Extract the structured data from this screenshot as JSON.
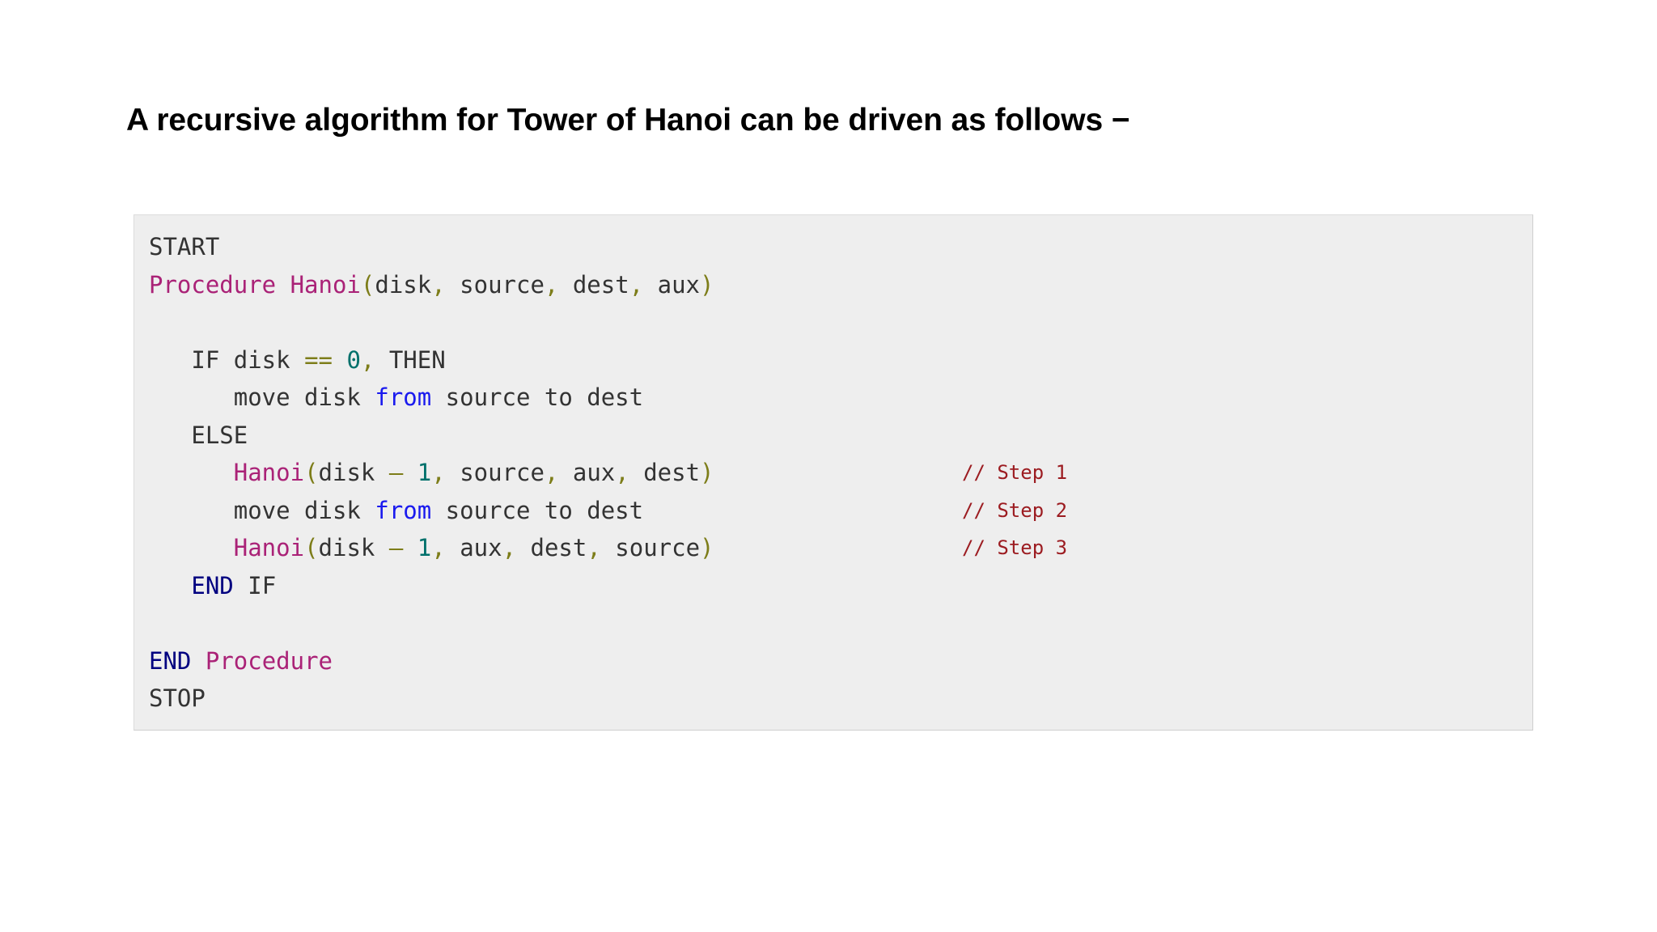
{
  "slide": {
    "title": "A recursive algorithm for Tower of Hanoi can be driven as follows −",
    "background_color": "#ffffff"
  },
  "code_block": {
    "background_color": "#eeeeee",
    "border_color": "#dcdcdc",
    "language": "pseudocode",
    "token_colors": {
      "plain": "#333333",
      "keyword": "#000080",
      "function": "#aa2277",
      "punctuation": "#7d7d19",
      "number": "#00706b",
      "preposition": "#1a1aee",
      "comment": "#9c1c21"
    },
    "lines": [
      {
        "id": "line-start",
        "text": "START",
        "tokens": [
          {
            "t": "START",
            "c": "tok-plain"
          }
        ],
        "comment": ""
      },
      {
        "id": "line-procedure-signature",
        "text": "Procedure Hanoi(disk, source, dest, aux)",
        "tokens": [
          {
            "t": "Procedure Hanoi",
            "c": "tok-fn"
          },
          {
            "t": "(",
            "c": "tok-punct"
          },
          {
            "t": "disk",
            "c": "tok-plain"
          },
          {
            "t": ",",
            "c": "tok-punct"
          },
          {
            "t": " source",
            "c": "tok-plain"
          },
          {
            "t": ",",
            "c": "tok-punct"
          },
          {
            "t": " dest",
            "c": "tok-plain"
          },
          {
            "t": ",",
            "c": "tok-punct"
          },
          {
            "t": " aux",
            "c": "tok-plain"
          },
          {
            "t": ")",
            "c": "tok-punct"
          }
        ],
        "comment": ""
      },
      {
        "id": "line-blank-1",
        "text": "",
        "tokens": [],
        "comment": ""
      },
      {
        "id": "line-if",
        "text": "   IF disk == 0, THEN",
        "tokens": [
          {
            "t": "   IF disk ",
            "c": "tok-plain"
          },
          {
            "t": "==",
            "c": "tok-punct"
          },
          {
            "t": " ",
            "c": "tok-plain"
          },
          {
            "t": "0",
            "c": "tok-num"
          },
          {
            "t": ",",
            "c": "tok-punct"
          },
          {
            "t": " THEN",
            "c": "tok-plain"
          }
        ],
        "comment": ""
      },
      {
        "id": "line-move-base",
        "text": "      move disk from source to dest",
        "tokens": [
          {
            "t": "      move disk ",
            "c": "tok-plain"
          },
          {
            "t": "from",
            "c": "tok-blue"
          },
          {
            "t": " source to dest",
            "c": "tok-plain"
          }
        ],
        "comment": ""
      },
      {
        "id": "line-else",
        "text": "   ELSE",
        "tokens": [
          {
            "t": "   ELSE",
            "c": "tok-plain"
          }
        ],
        "comment": ""
      },
      {
        "id": "line-hanoi-step1",
        "text": "      Hanoi(disk – 1, source, aux, dest)",
        "tokens": [
          {
            "t": "      ",
            "c": "tok-plain"
          },
          {
            "t": "Hanoi",
            "c": "tok-fn"
          },
          {
            "t": "(",
            "c": "tok-punct"
          },
          {
            "t": "disk ",
            "c": "tok-plain"
          },
          {
            "t": "–",
            "c": "tok-punct"
          },
          {
            "t": " ",
            "c": "tok-plain"
          },
          {
            "t": "1",
            "c": "tok-num"
          },
          {
            "t": ",",
            "c": "tok-punct"
          },
          {
            "t": " source",
            "c": "tok-plain"
          },
          {
            "t": ",",
            "c": "tok-punct"
          },
          {
            "t": " aux",
            "c": "tok-plain"
          },
          {
            "t": ",",
            "c": "tok-punct"
          },
          {
            "t": " dest",
            "c": "tok-plain"
          },
          {
            "t": ")",
            "c": "tok-punct"
          }
        ],
        "comment": "// Step 1"
      },
      {
        "id": "line-move-step2",
        "text": "      move disk from source to dest",
        "tokens": [
          {
            "t": "      move disk ",
            "c": "tok-plain"
          },
          {
            "t": "from",
            "c": "tok-blue"
          },
          {
            "t": " source to dest",
            "c": "tok-plain"
          }
        ],
        "comment": "// Step 2"
      },
      {
        "id": "line-hanoi-step3",
        "text": "      Hanoi(disk – 1, aux, dest, source)",
        "tokens": [
          {
            "t": "      ",
            "c": "tok-plain"
          },
          {
            "t": "Hanoi",
            "c": "tok-fn"
          },
          {
            "t": "(",
            "c": "tok-punct"
          },
          {
            "t": "disk ",
            "c": "tok-plain"
          },
          {
            "t": "–",
            "c": "tok-punct"
          },
          {
            "t": " ",
            "c": "tok-plain"
          },
          {
            "t": "1",
            "c": "tok-num"
          },
          {
            "t": ",",
            "c": "tok-punct"
          },
          {
            "t": " aux",
            "c": "tok-plain"
          },
          {
            "t": ",",
            "c": "tok-punct"
          },
          {
            "t": " dest",
            "c": "tok-plain"
          },
          {
            "t": ",",
            "c": "tok-punct"
          },
          {
            "t": " source",
            "c": "tok-plain"
          },
          {
            "t": ")",
            "c": "tok-punct"
          }
        ],
        "comment": "// Step 3"
      },
      {
        "id": "line-end-if",
        "text": "   END IF",
        "tokens": [
          {
            "t": "   ",
            "c": "tok-plain"
          },
          {
            "t": "END",
            "c": "tok-kw"
          },
          {
            "t": " IF",
            "c": "tok-plain"
          }
        ],
        "comment": ""
      },
      {
        "id": "line-blank-2",
        "text": "",
        "tokens": [],
        "comment": ""
      },
      {
        "id": "line-end-procedure",
        "text": "END Procedure",
        "tokens": [
          {
            "t": "END",
            "c": "tok-kw"
          },
          {
            "t": " ",
            "c": "tok-plain"
          },
          {
            "t": "Procedure",
            "c": "tok-fn"
          }
        ],
        "comment": ""
      },
      {
        "id": "line-stop",
        "text": "STOP",
        "tokens": [
          {
            "t": "STOP",
            "c": "tok-plain"
          }
        ],
        "comment": ""
      }
    ]
  }
}
